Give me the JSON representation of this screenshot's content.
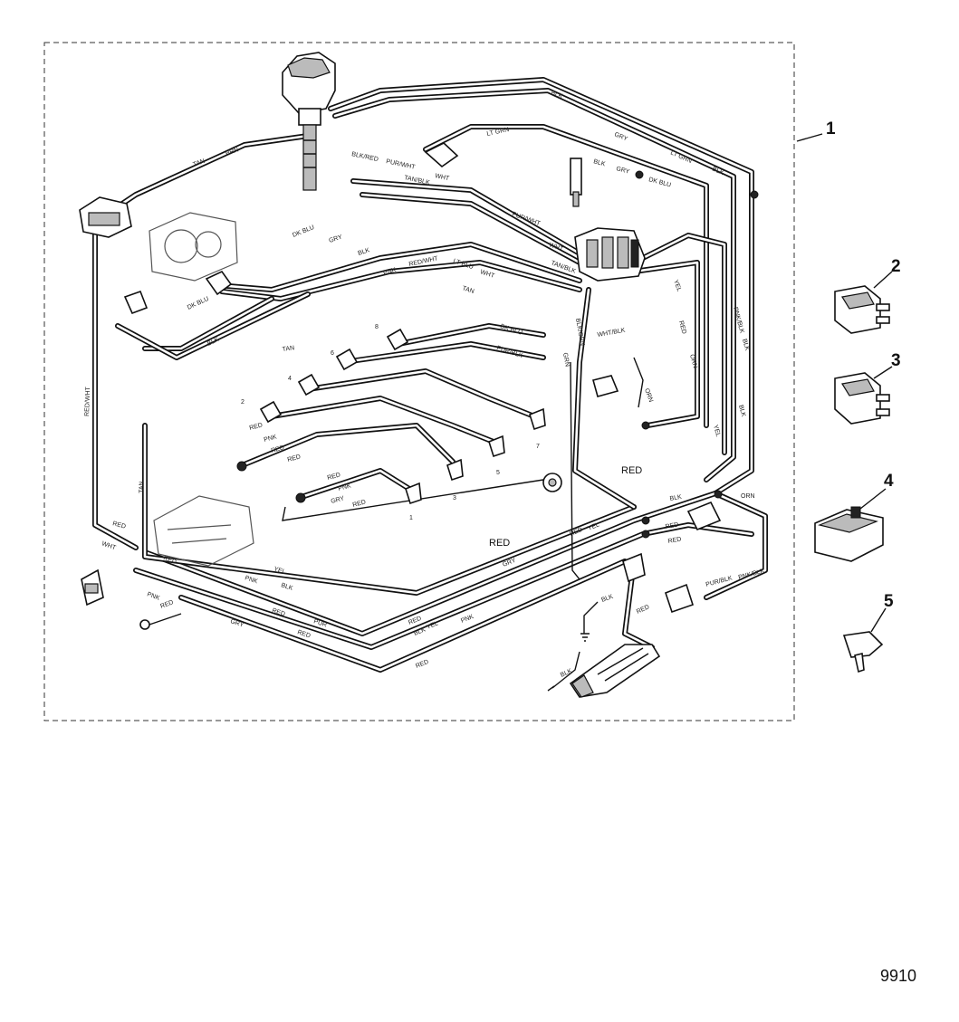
{
  "callouts": {
    "c1": "1",
    "c2": "2",
    "c3": "3",
    "c4": "4",
    "c5": "5"
  },
  "figure_number": "9910",
  "big_labels": {
    "red_right": "RED",
    "red_center": "RED"
  },
  "cyl_numbers": {
    "n1": "1",
    "n2": "2",
    "n3": "3",
    "n4": "4",
    "n5": "5",
    "n6": "6",
    "n7": "7",
    "n8": "8"
  },
  "wire_labels": {
    "blk": "BLK",
    "gry": "GRY",
    "lt_grn": "LT GRN",
    "dk_blu": "DK BLU",
    "tan": "TAN",
    "pur_wht": "PUR/WHT",
    "wht": "WHT",
    "tan_blk": "TAN/BLK",
    "blk_red": "BLK/RED",
    "brn": "BRN",
    "red_wht": "RED/WHT",
    "ylw": "YEL",
    "pnk": "PNK",
    "pur": "PUR",
    "org": "ORN",
    "red": "RED",
    "pur_blk": "PUR/BLK",
    "lt_blu": "LT BLU",
    "grn": "GRN",
    "wht_blk": "WHT/BLK",
    "blk_org": "BLK/ORN",
    "pnk_blk": "PNK/BLK"
  }
}
